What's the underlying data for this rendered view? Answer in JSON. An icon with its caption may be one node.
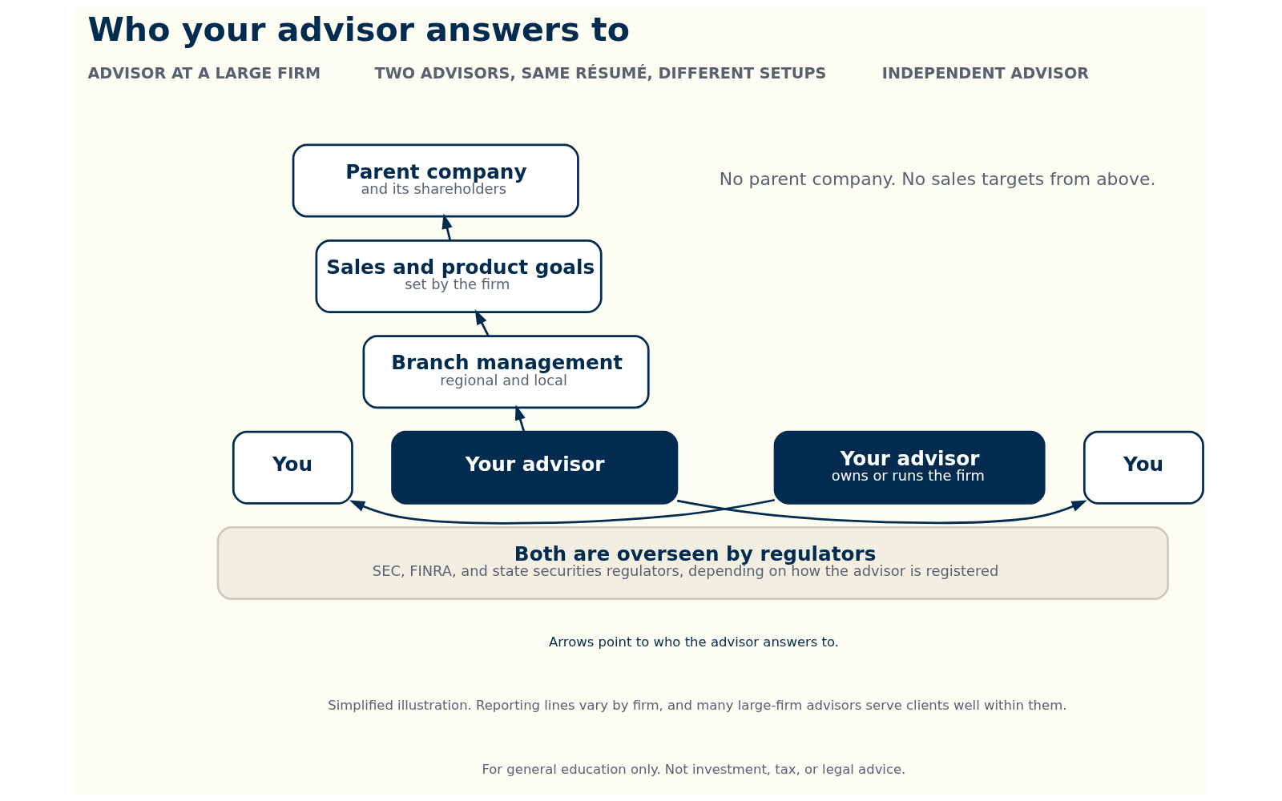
{
  "diagram": {
    "title": "Who your advisor answers to",
    "nodes": [
      {
        "text": [
          "Parent company",
          "and its shareholders"
        ]
      },
      {
        "text": [
          "Sales and product goals",
          "set by the firm"
        ]
      },
      {
        "text": [
          "Branch management",
          "regional and local"
        ]
      },
      {
        "text": [
          "Your advisor"
        ]
      },
      {
        "text": [
          "You"
        ]
      },
      {
        "text": [
          "Your advisor",
          "owns or runs the firm"
        ]
      },
      {
        "text": [
          "You"
        ]
      },
      {
        "text": [
          "Both are overseen by regulators",
          "SEC, FINRA, and state securities regulators, depending on how the advisor is registered"
        ]
      }
    ],
    "edges": [
      {
        "from": 3,
        "to": 2,
        "arrow": "to"
      },
      {
        "from": 2,
        "to": 1,
        "arrow": "to"
      },
      {
        "from": 1,
        "to": 0,
        "arrow": "to"
      },
      {
        "from": 3,
        "to": 4,
        "arrow": "to"
      },
      {
        "from": 5,
        "to": 6,
        "arrow": "to"
      }
    ],
    "labels": [
      "TWO ADVISORS, SAME RÉSUMÉ, DIFFERENT SETUPS",
      "ADVISOR AT A LARGE FIRM",
      "INDEPENDENT ADVISOR",
      "No parent company. No sales targets from above.",
      "Arrows point to who the advisor answers to.",
      "Simplified illustration. Reporting lines vary by firm, and many large-firm advisors serve clients well within them.",
      "For general education only. Not investment, tax, or legal advice."
    ]
  }
}
